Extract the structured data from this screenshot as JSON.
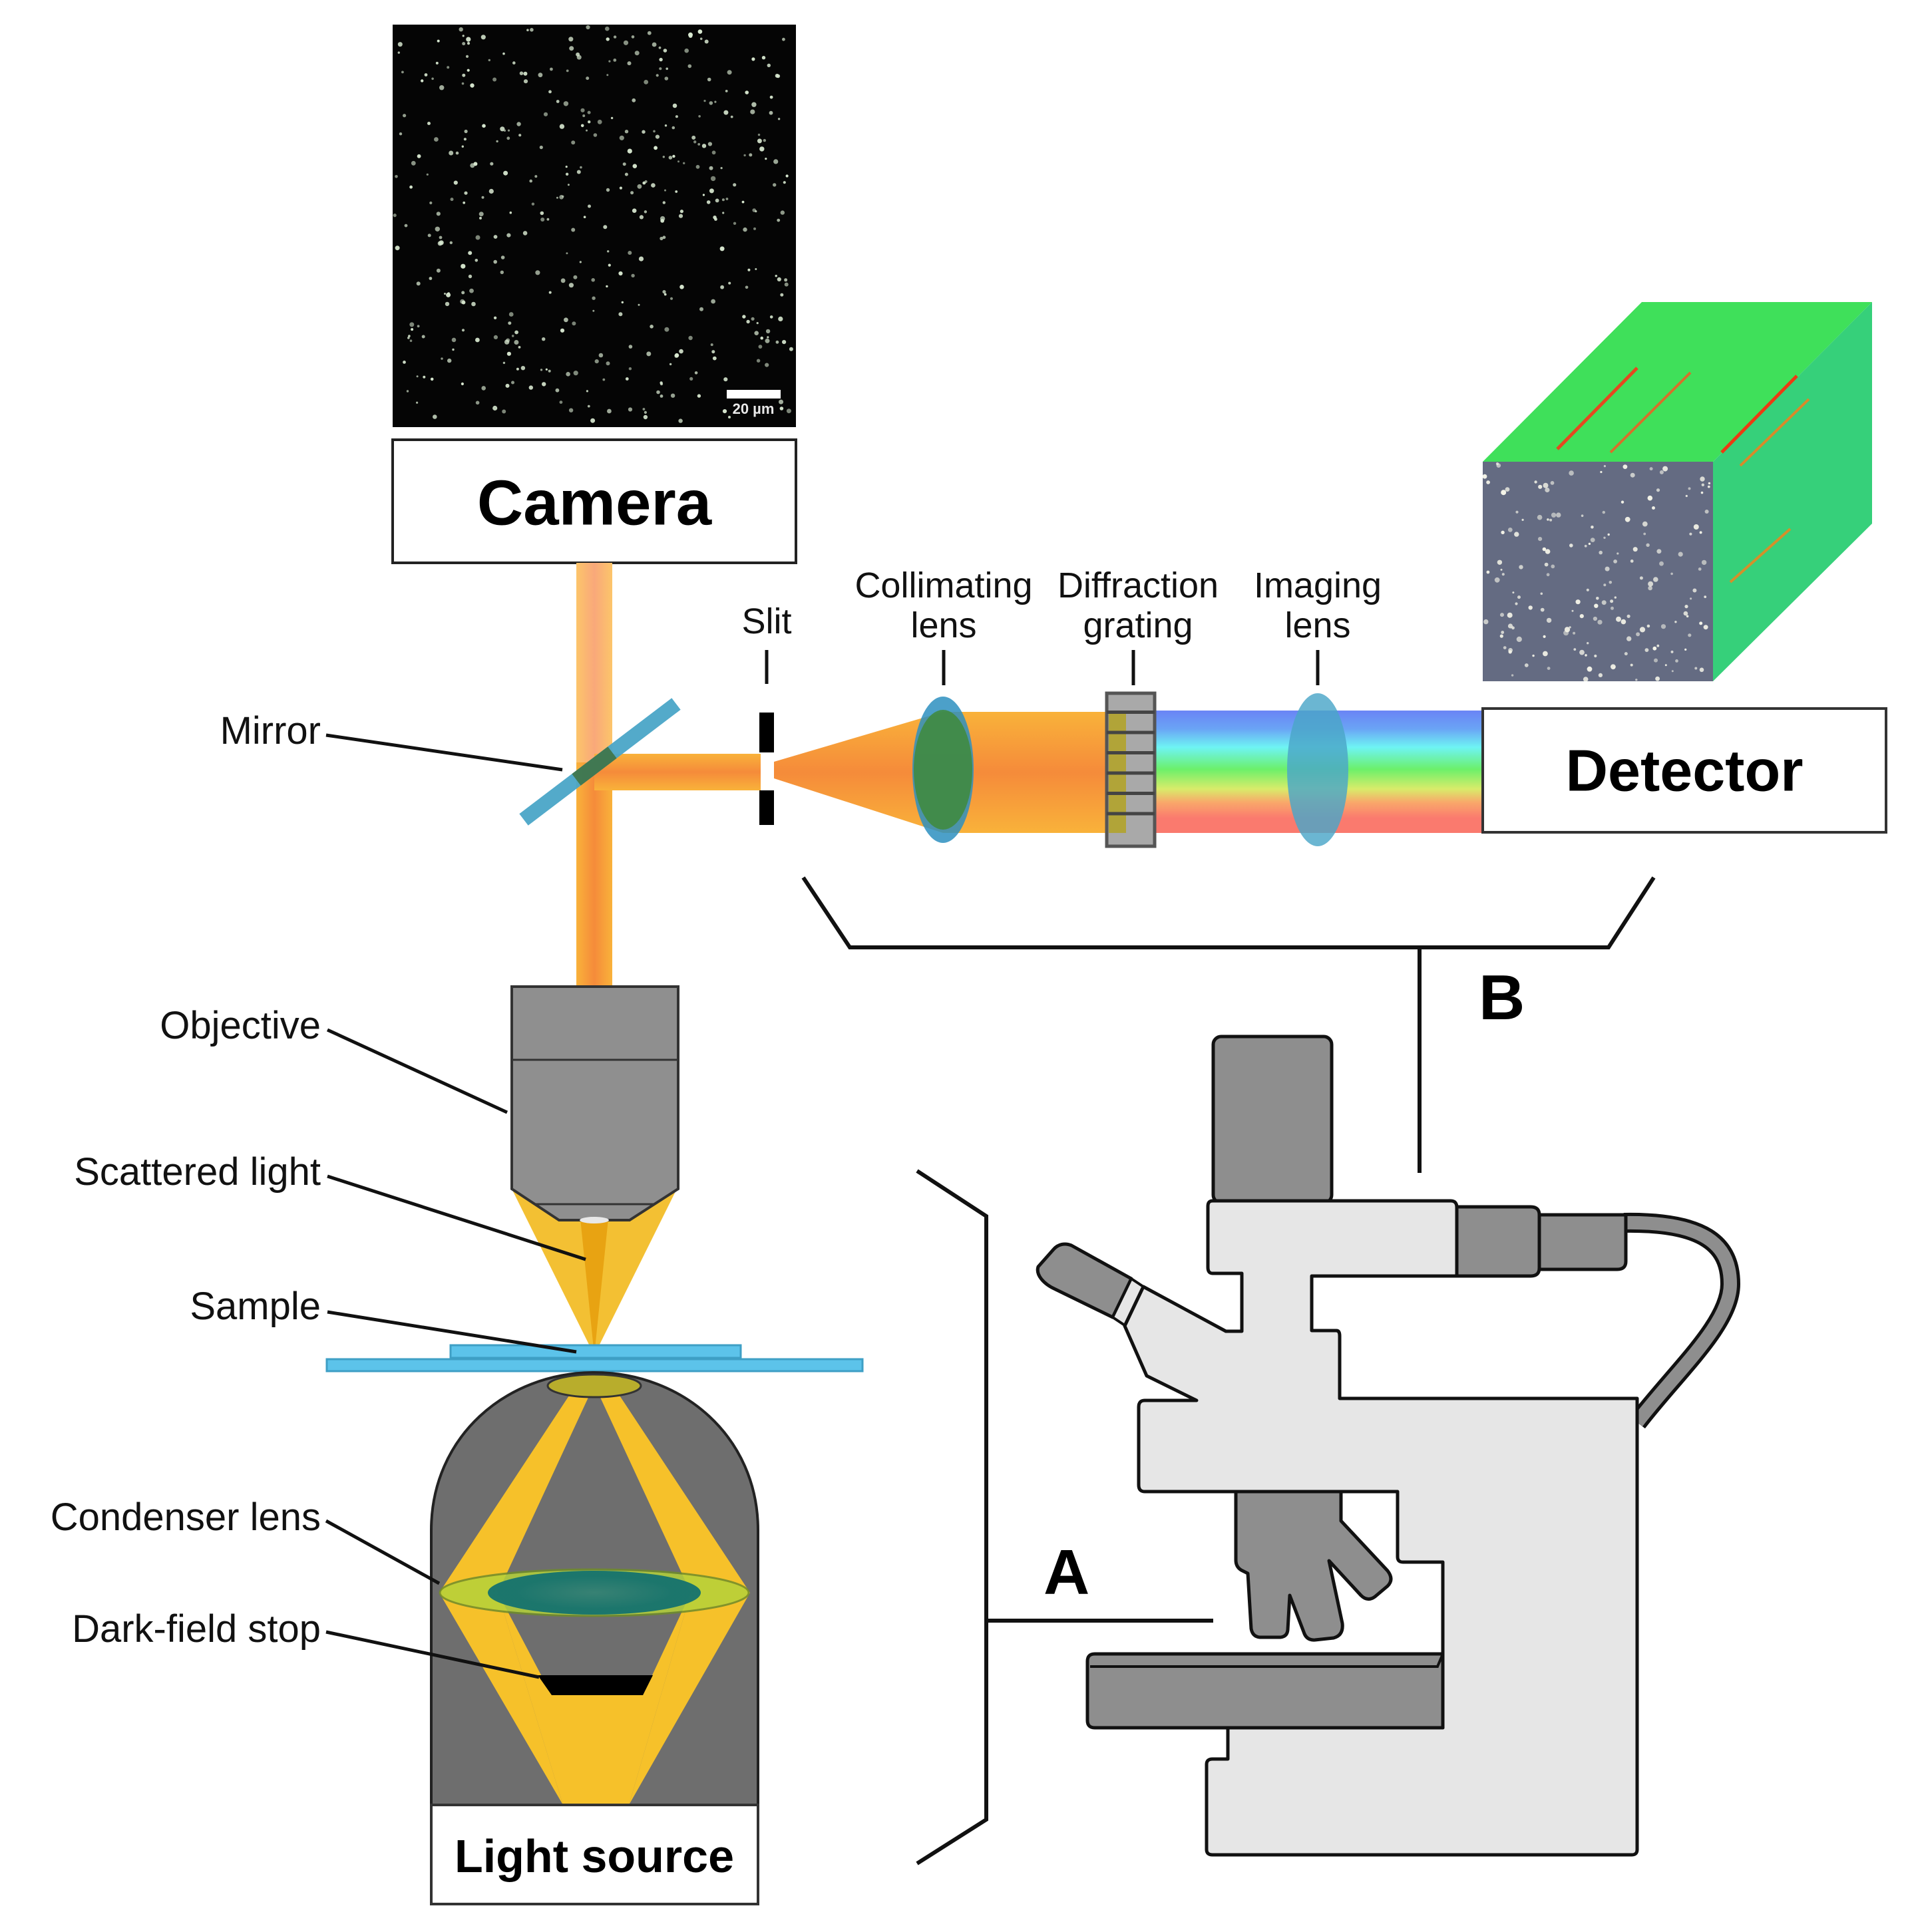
{
  "camera": {
    "title": "Camera",
    "scale_bar": "20 µm"
  },
  "detector": {
    "title": "Detector"
  },
  "light_source": {
    "title": "Light source"
  },
  "spectrometer_labels": {
    "slit": "Slit",
    "collimating_lens": [
      "Collimating",
      "lens"
    ],
    "diffraction_grating": [
      "Diffraction",
      "grating"
    ],
    "imaging_lens": [
      "Imaging",
      "lens"
    ]
  },
  "left_labels": {
    "mirror": "Mirror",
    "objective": "Objective",
    "scattered_light": "Scattered light",
    "sample": "Sample",
    "condenser_lens": "Condenser lens",
    "dark_field_stop": "Dark-field stop"
  },
  "brackets": {
    "a": "A",
    "b": "B"
  },
  "colors": {
    "beam_orange": "#f7a035",
    "beam_yellow": "#f6c12a",
    "lens_blue": "#4aa6c8",
    "slide_blue": "#5cc3ea",
    "housing_gray": "#6e6e6e",
    "objective_gray": "#8f8f8f",
    "scope_light": "#e6e6e6",
    "scope_dark": "#8e8e8e",
    "cube_top": "#3fe05a",
    "cube_side": "#34cf7c",
    "cube_front": "#636a80"
  }
}
